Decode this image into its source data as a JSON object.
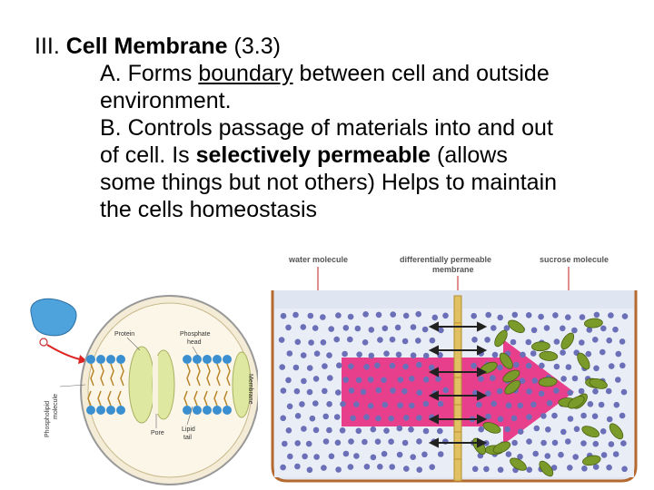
{
  "slide": {
    "heading_num": "III.",
    "heading_bold": "Cell Membrane",
    "heading_rest": " (3.3)",
    "a1_pre": "A. Forms ",
    "a1_u": "boundary",
    "a1_post": " between cell and outside",
    "a2": "environment.",
    "b1": "B. Controls passage of materials into and out",
    "b2_pre": "of cell.  Is ",
    "b2_bold": "selectively permeable",
    "b2_post": " (allows",
    "b3": "some things but not others) Helps to maintain",
    "b4": "the cells homeostasis"
  },
  "left_figure": {
    "protein": "Protein",
    "phosphate_head_1": "Phosphate",
    "phosphate_head_2": "head",
    "membrane": "Membrane",
    "phospholipid_1": "Phospholipid",
    "phospholipid_2": "molecule",
    "pore": "Pore",
    "lipid_tail_1": "Lipid",
    "lipid_tail_2": "tail"
  },
  "right_figure": {
    "water_molecule": "water molecule",
    "diff_perm_1": "differentially  permeable",
    "diff_perm_2": "membrane",
    "sucrose_molecule": "sucrose molecule"
  },
  "colors": {
    "water_dot": "#6b6fb8",
    "sucrose": "#7a9a2a",
    "arrow": "#e8207a",
    "membrane_bar": "#e0c060",
    "phosphate": "#3a8fd0"
  }
}
